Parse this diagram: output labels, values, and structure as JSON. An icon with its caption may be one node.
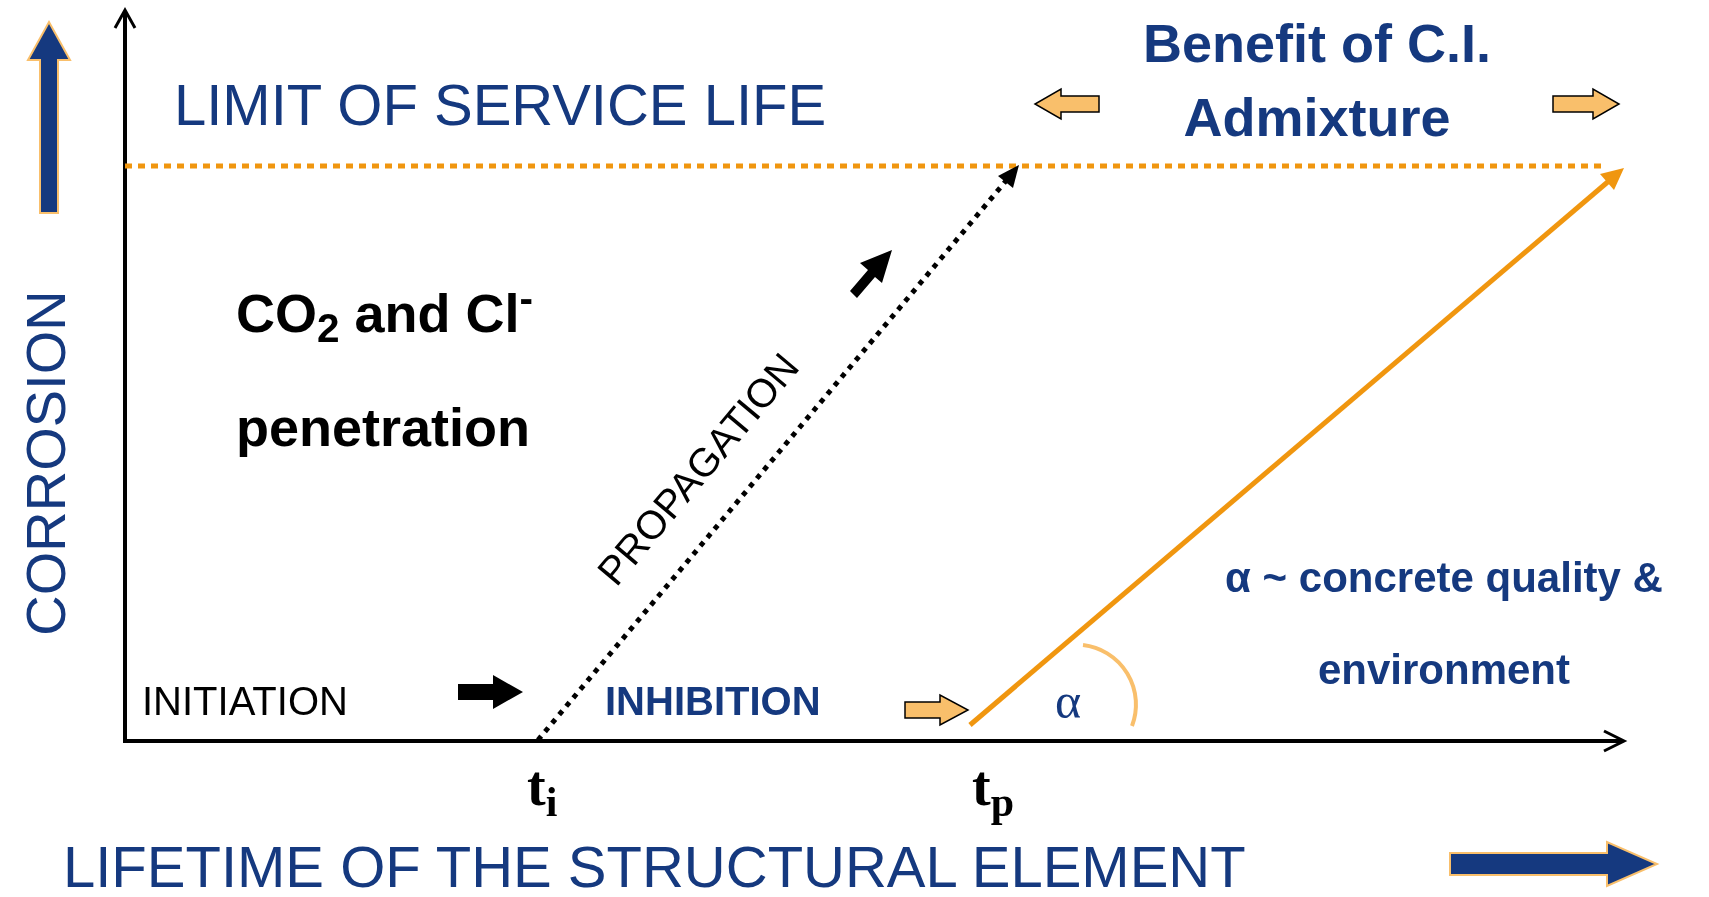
{
  "diagram": {
    "labels": [
      "LIMIT OF SERVICE LIFE",
      "Benefit of C.I. Admixture",
      "CO$_{2}$ and Cl$^{-}$ penetration",
      "PROPAGATION",
      "INITIATION",
      "INHIBITION",
      "α",
      "α ~ concrete quality & environment",
      "t$_{i}$",
      "t$_{p}$",
      "CORROSION",
      "LIFETIME OF THE STRUCTURAL ELEMENT"
    ]
  }
}
